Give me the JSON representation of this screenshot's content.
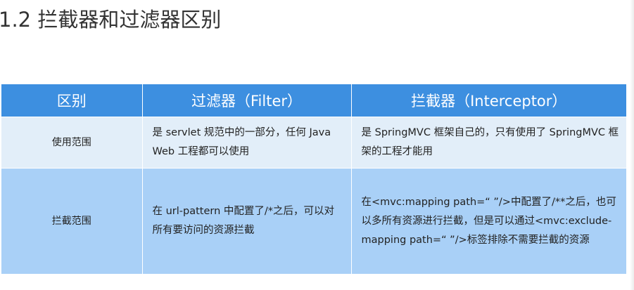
{
  "document": {
    "title": "1.2 拦截器和过滤器区别"
  },
  "table": {
    "headers": [
      "区别",
      "过滤器（Filter）",
      "拦截器（Interceptor）"
    ],
    "rows": [
      {
        "label": "使用范围",
        "filter": "是 servlet 规范中的一部分，任何 Java Web 工程都可以使用",
        "interceptor": "是 SpringMVC 框架自己的，只有使用了 SpringMVC 框架的工程才能用"
      },
      {
        "label": "拦截范围",
        "filter": "在 url-pattern 中配置了/*之后，可以对所有要访问的资源拦截",
        "interceptor": "在<mvc:mapping path=“ ”/>中配置了/**之后，也可以多所有资源进行拦截，但是可以通过<mvc:exclude-mapping path=“ ”/>标签排除不需要拦截的资源"
      }
    ]
  }
}
